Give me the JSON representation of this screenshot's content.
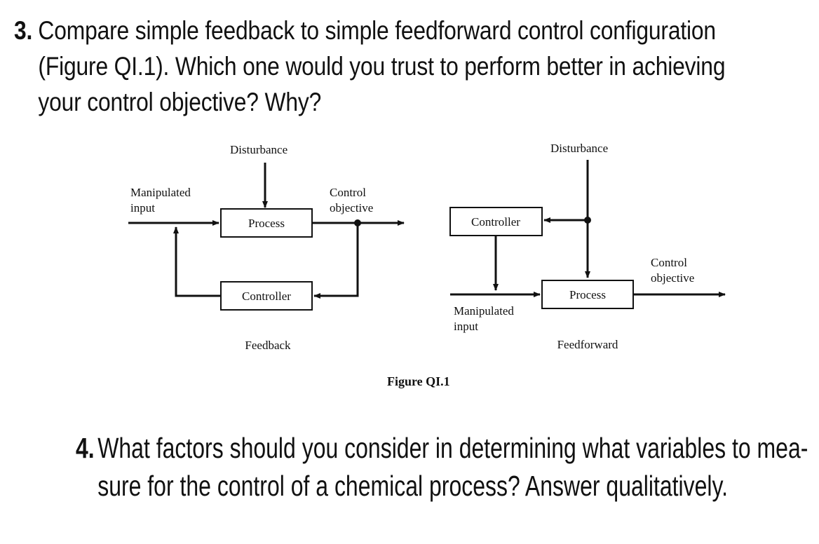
{
  "question3": {
    "number": "3.",
    "line1": "Compare simple feedback to simple feedforward control configuration",
    "line2": "(Figure QI.1). Which one would you trust to perform better in achieving",
    "line3": "your control objective? Why?"
  },
  "feedback": {
    "disturbance": "Disturbance",
    "manipulated_line1": "Manipulated",
    "manipulated_line2": "input",
    "objective_line1": "Control",
    "objective_line2": "objective",
    "process": "Process",
    "controller": "Controller",
    "caption": "Feedback"
  },
  "feedforward": {
    "disturbance": "Disturbance",
    "controller": "Controller",
    "process": "Process",
    "objective_line1": "Control",
    "objective_line2": "objective",
    "manipulated_line1": "Manipulated",
    "manipulated_line2": "input",
    "caption": "Feedforward"
  },
  "figure_caption": "Figure QI.1",
  "question4": {
    "number": "4.",
    "line1": "What factors should you consider in determining what variables to mea-",
    "line2": "sure for the control of a chemical process? Answer qualitatively."
  }
}
